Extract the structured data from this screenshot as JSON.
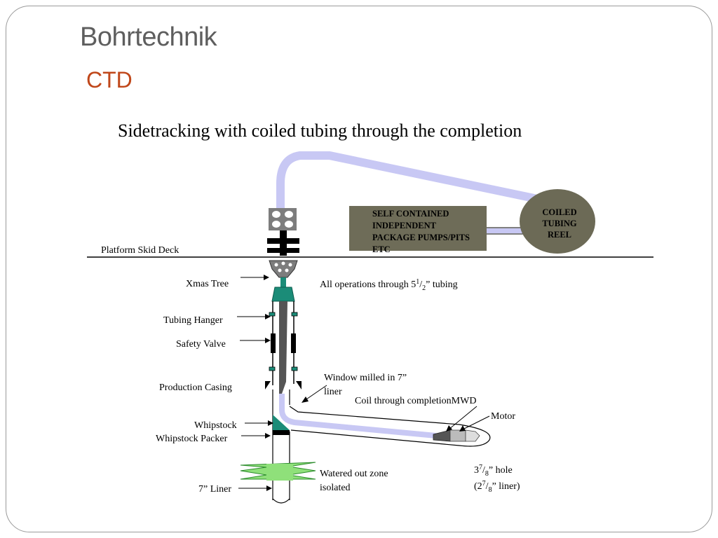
{
  "slide": {
    "title": "Bohrtechnik",
    "subtitle": "CTD"
  },
  "diagram": {
    "heading": "Sidetracking with coiled tubing through the completion",
    "labels": {
      "platform_skid_deck": "Platform Skid Deck",
      "xmas_tree": "Xmas Tree",
      "tubing_hanger": "Tubing Hanger",
      "safety_valve": "Safety Valve",
      "production_casing": "Production Casing",
      "whipstock": "Whipstock",
      "whipstock_packer": "Whipstock Packer",
      "liner_7": "7” Liner",
      "all_operations": "All operations through 5",
      "all_operations_frac_num": "1",
      "all_operations_frac_den": "2",
      "all_operations_suffix": "” tubing",
      "window_line1": "Window milled in 7”",
      "window_line2": "liner",
      "coil_through_completion": "Coil through completion",
      "mwd": "MWD",
      "motor": "Motor",
      "watered_line1": "Watered out zone",
      "watered_line2": "isolated",
      "hole_prefix": "3",
      "hole_frac_num": "7",
      "hole_frac_den": "8",
      "hole_suffix": "” hole",
      "liner_prefix": "(2",
      "liner_frac_num": "7",
      "liner_frac_den": "8",
      "liner_suffix": "” liner)"
    },
    "pumps_box": {
      "lines": [
        "SELF CONTAINED",
        "INDEPENDENT",
        "PACKAGE PUMPS/PITS",
        "ETC"
      ]
    },
    "reel": {
      "lines": [
        "COILED",
        "TUBING",
        "REEL"
      ]
    },
    "colors": {
      "coil_tubing": "#c8c8f4",
      "pumps_box": "#6e6c58",
      "reel": "#6c6a56",
      "teal": "#1b8c78",
      "watered_zone": "#8fe07a",
      "injector_gray": "#7d7d7d",
      "title_gray": "#5e5e5e",
      "subtitle_orange": "#c0471a"
    }
  }
}
